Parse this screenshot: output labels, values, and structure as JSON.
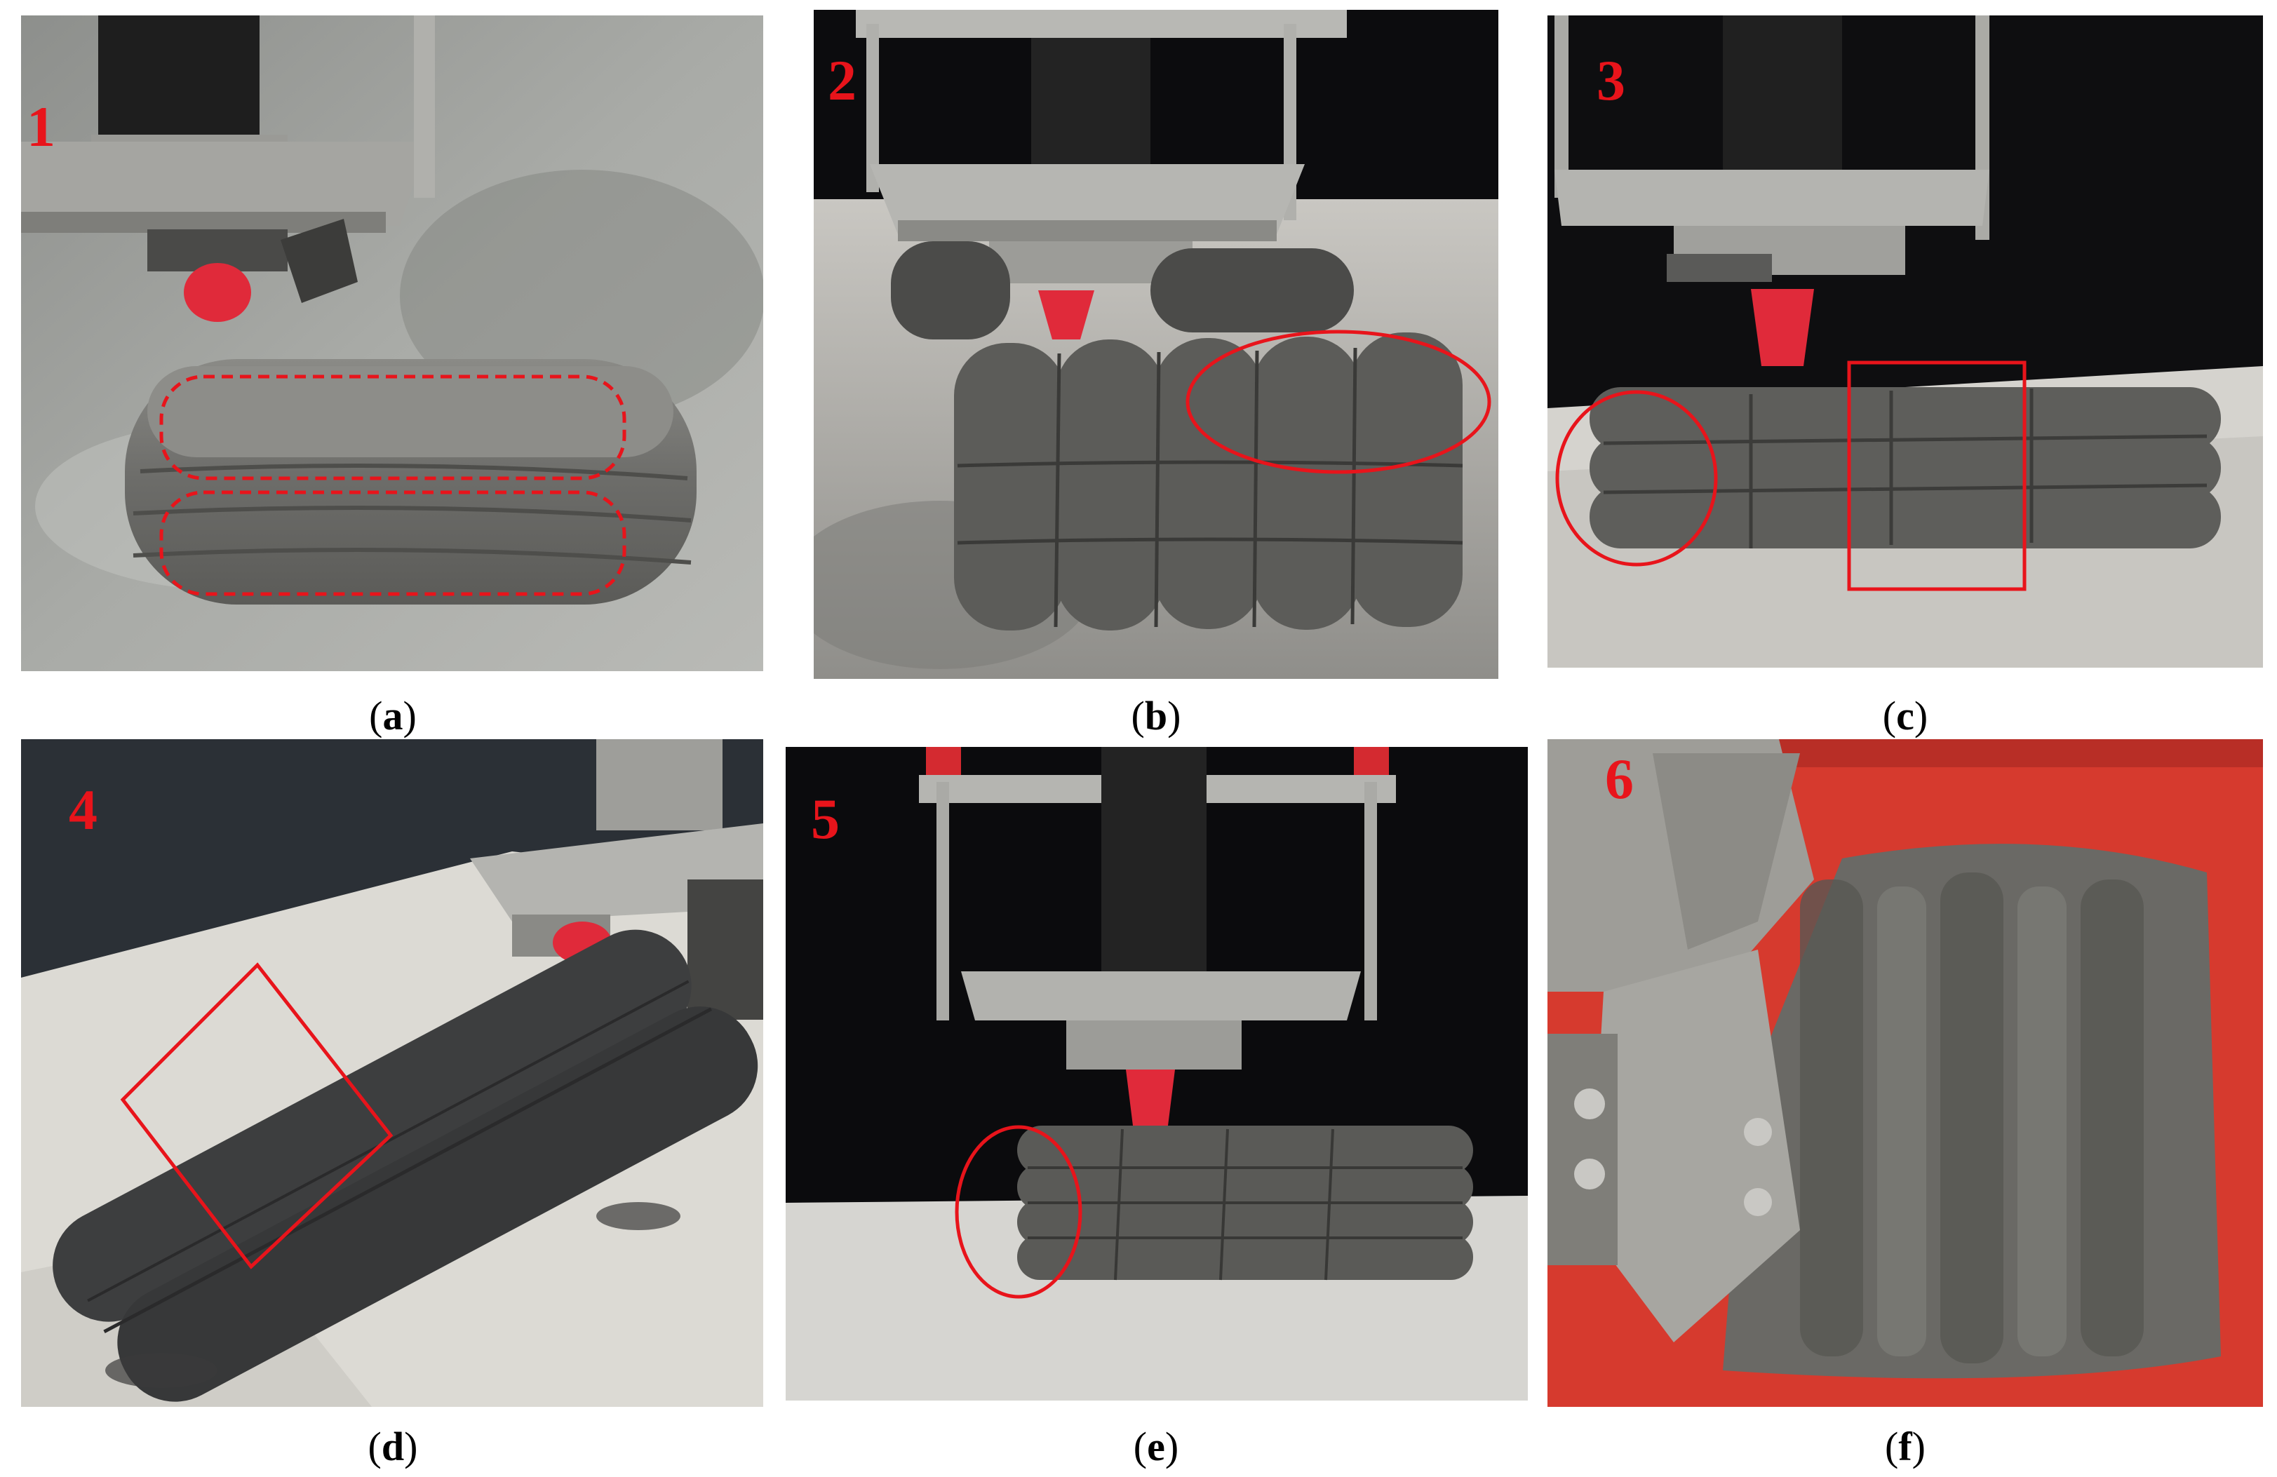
{
  "panels": [
    {
      "number": "1",
      "caption_letter": "a"
    },
    {
      "number": "2",
      "caption_letter": "b"
    },
    {
      "number": "3",
      "caption_letter": "c"
    },
    {
      "number": "4",
      "caption_letter": "d"
    },
    {
      "number": "5",
      "caption_letter": "e"
    },
    {
      "number": "6",
      "caption_letter": "f"
    }
  ],
  "colors": {
    "annotation_red": "#e8141b",
    "nozzle_red": "#e02a3a",
    "concrete_grey": "#5a5a58",
    "steel": "#a8a8a4",
    "tray_red": "#d63a2e"
  }
}
